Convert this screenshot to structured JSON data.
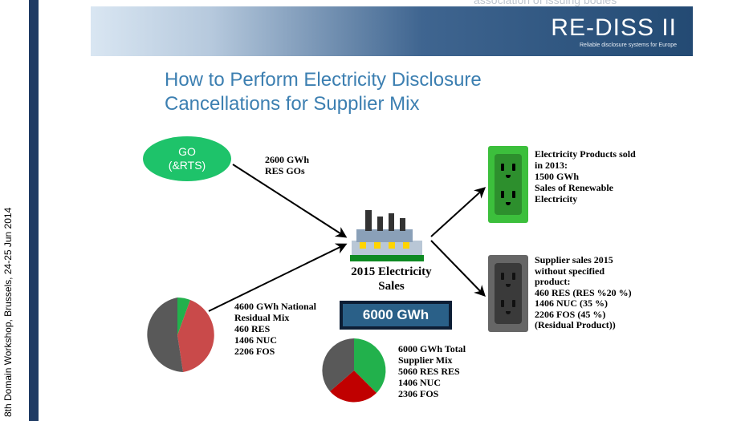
{
  "header": {
    "top_text": "association of issuing bodies",
    "logo": "RE-DISS II",
    "logo_sub": "Reliable disclosure systems for Europe"
  },
  "footer": "8th Domain Workshop, Brussels, 24-25 Jun 2014",
  "slide": {
    "title_line1": "How to Perform Electricity Disclosure",
    "title_line2": "Cancellations for Supplier Mix"
  },
  "go": {
    "bubble_line1": "GO",
    "bubble_line2": "(&RTS)",
    "amount": "2600 GWh",
    "label": "RES GOs"
  },
  "residual": {
    "line1": "4600 GWh National",
    "line2": "Residual Mix",
    "line3": "460 RES",
    "line4": "1406 NUC",
    "line5": "2206 FOS",
    "colors": [
      "#22b14c",
      "#c94a4a",
      "#595959"
    ]
  },
  "sales": {
    "label_line1": "2015 Electricity",
    "label_line2": "Sales",
    "box": "6000 GWh"
  },
  "total_mix": {
    "line1": "6000 GWh Total",
    "line2": "Supplier Mix",
    "line3": "5060 RES RES",
    "line4": "1406 NUC",
    "line5": "2306 FOS",
    "colors": [
      "#22b14c",
      "#c00000",
      "#595959"
    ]
  },
  "product": {
    "line1": "Electricity Products sold",
    "line2": "in 2013:",
    "line3": "1500 GWh",
    "line4": "Sales of Renewable",
    "line5": "Electricity",
    "socket_color": "#3cbf3c",
    "plate_color": "#2d8f2d"
  },
  "supplier": {
    "line1": "Supplier sales 2015",
    "line2": "without specified",
    "line3": "product:",
    "line4": "460 RES (RES %20 %)",
    "line5": "1406 NUC (35 %)",
    "line6": "2206 FOS (45 %)",
    "line7": "(Residual Product))",
    "socket_color": "#666666",
    "plate_color": "#3a3a3a"
  },
  "icons": {
    "arrows": "arrow-icon",
    "factory": "factory-icon",
    "socket": "power-socket-icon"
  }
}
